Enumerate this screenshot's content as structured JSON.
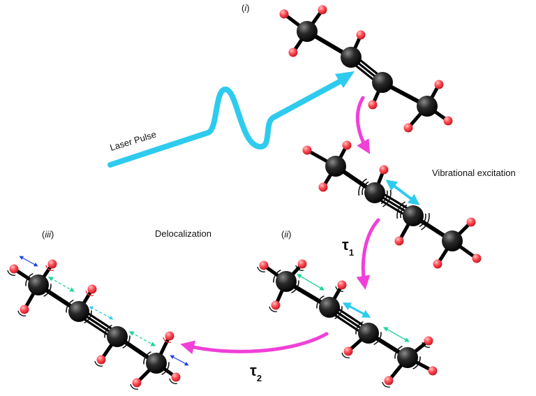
{
  "labels": {
    "state_i": "i",
    "state_ii": "ii",
    "state_iii": "iii",
    "laser_pulse": "Laser Pulse",
    "vibrational_excitation": "Vibrational excitation",
    "delocalization": "Delocalization",
    "tau1_symbol": "τ",
    "tau1_sub": "1",
    "tau2_symbol": "τ",
    "tau2_sub": "2"
  },
  "colors": {
    "carbon": "#1c1c1c",
    "hydrogen": "#ff4d55",
    "bond": "#000000",
    "laser": "#2ecbee",
    "process_arrow": "#f040d8",
    "vibration_arrow": "#2ecbee",
    "transfer_arrow": "#22d6a0",
    "rotation_red": "#e83030",
    "rotation_blue": "#2040e0"
  },
  "icons": {
    "laser": "wavy-laser-arrow-icon",
    "carbon": "carbon-atom-icon",
    "hydrogen": "hydrogen-atom-icon"
  }
}
